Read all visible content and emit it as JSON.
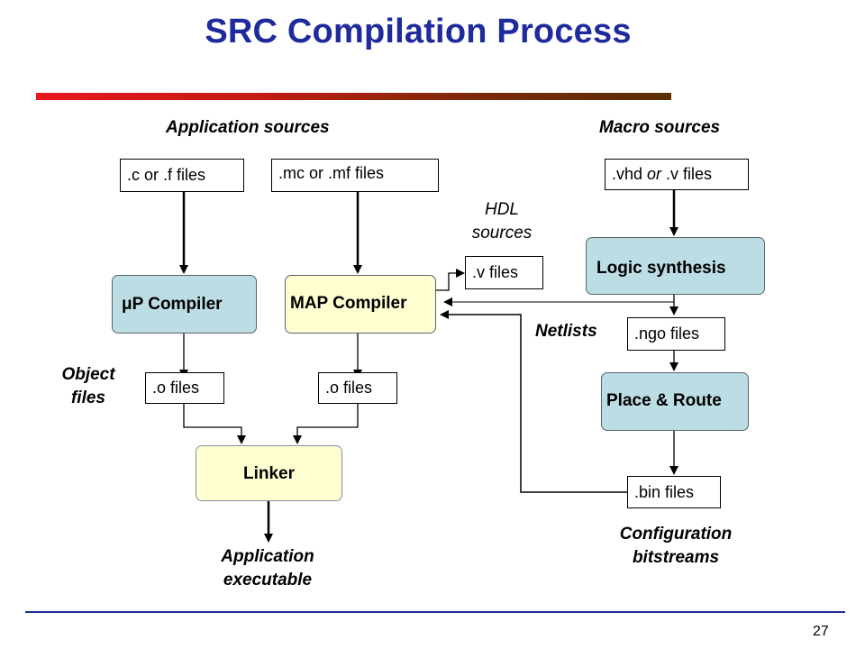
{
  "title": "SRC Compilation Process",
  "headings": {
    "application_sources": "Application sources",
    "macro_sources": "Macro sources"
  },
  "files": {
    "c_f": ".c or .f  files",
    "mc_mf": ".mc or .mf  files",
    "vhd_v_prefix": ".vhd ",
    "vhd_v_or": "or",
    "vhd_v_suffix": " .v files",
    "v_files": ".v files",
    "o_files_left": ".o files",
    "o_files_right": ".o files",
    "ngo_files": ".ngo files",
    "bin_files": ".bin files"
  },
  "processes": {
    "up_compiler_mu": "μ",
    "up_compiler_rest": "P Compiler",
    "map_compiler": "MAP Compiler",
    "logic_synthesis": "Logic synthesis",
    "place_route": "Place & Route",
    "linker": "Linker"
  },
  "labels": {
    "hdl_sources_line1": "HDL",
    "hdl_sources_line2": "sources",
    "netlists": "Netlists",
    "object_files_line1": "Object",
    "object_files_line2": "files",
    "app_exec_line1": "Application",
    "app_exec_line2": "executable",
    "config_line1": "Configuration",
    "config_line2": "bitstreams"
  },
  "colors": {
    "title": "#1f2b9c",
    "process_blue": "#bcdde3",
    "process_yellow": "#ffffd2"
  },
  "page_number": "27"
}
